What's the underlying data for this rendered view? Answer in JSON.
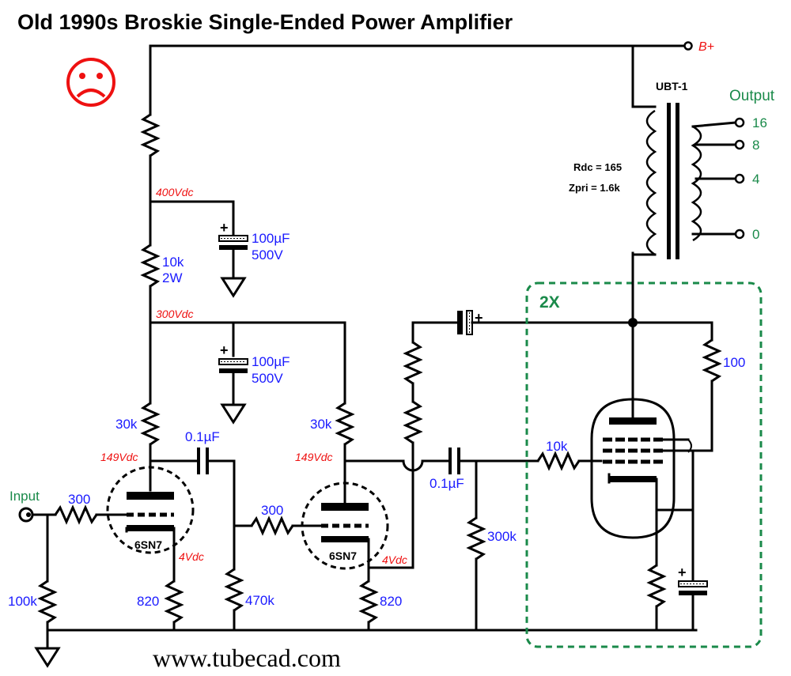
{
  "title": "Old 1990s Broskie Single-Ended Power Amplifier",
  "footer": "www.tubecad.com",
  "icons": {
    "face": "sad-face-icon"
  },
  "colors": {
    "value_labels": "#1a1aff",
    "voltage_labels": "#ee1111",
    "output_labels": "#1a8a4a",
    "module_box": "#1a8a4a"
  },
  "supply": {
    "bplus": "B+"
  },
  "transformer": {
    "name": "UBT-1",
    "rdc": "Rdc = 165",
    "zpri": "Zpri = 1.6k"
  },
  "output": {
    "title": "Output",
    "taps": [
      "16",
      "8",
      "4",
      "0"
    ]
  },
  "module": {
    "label": "2X"
  },
  "voltages": {
    "v400": "400Vdc",
    "v300": "300Vdc",
    "v149a": "149Vdc",
    "v149b": "149Vdc",
    "v4a": "4Vdc",
    "v4b": "4Vdc"
  },
  "capacitors": {
    "c1_value": "100µF",
    "c1_rating": "500V",
    "c2_value": "100µF",
    "c2_rating": "500V",
    "coupling1": "0.1µF",
    "coupling2": "0.1µF"
  },
  "resistors": {
    "r_dropper_value": "10k",
    "r_dropper_power": "2W",
    "r_load1": "30k",
    "r_load2": "30k",
    "r_input_grid": "300",
    "r_grid2": "300",
    "r_input_ground": "100k",
    "r_cathode1": "820",
    "r_cathode2": "820",
    "r_grid_leak": "470k",
    "r_grid_out": "300k",
    "r_stopper": "10k",
    "r_screen": "100"
  },
  "tubes": {
    "t1": "6SN7",
    "t2": "6SN7"
  },
  "input": {
    "label": "Input"
  }
}
